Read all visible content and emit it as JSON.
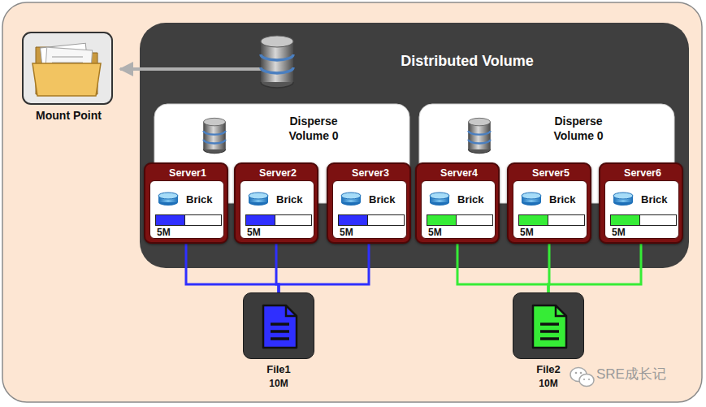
{
  "diagram": {
    "nodes": [
      {
        "text": [
          "Mount Point"
        ]
      },
      {
        "text": [
          "Distributed Volume"
        ]
      },
      {
        "text": [
          "Disperse Volume 0"
        ],
        "in": 1
      },
      {
        "text": [
          "Server1",
          "Brick",
          "5M"
        ],
        "in": 2
      },
      {
        "text": [
          "Server2",
          "Brick",
          "5M"
        ],
        "in": 2
      },
      {
        "text": [
          "Server3",
          "Brick",
          "5M"
        ],
        "in": 2
      },
      {
        "text": [
          "Disperse Volume 0"
        ],
        "in": 1
      },
      {
        "text": [
          "Server4",
          "Brick",
          "5M"
        ],
        "in": 6
      },
      {
        "text": [
          "Server5",
          "Brick",
          "5M"
        ],
        "in": 6
      },
      {
        "text": [
          "Server6",
          "Brick",
          "5M"
        ],
        "in": 6
      },
      {
        "text": [
          "File1",
          "10M"
        ]
      },
      {
        "text": [
          "File2",
          "10M"
        ]
      }
    ],
    "edges": [
      {
        "from": 1,
        "to": 0,
        "arrow": "to"
      },
      {
        "from": 3,
        "to": 10,
        "arrow": "none"
      },
      {
        "from": 4,
        "to": 10,
        "arrow": "none"
      },
      {
        "from": 5,
        "to": 10,
        "arrow": "none"
      },
      {
        "from": 7,
        "to": 11,
        "arrow": "none"
      },
      {
        "from": 8,
        "to": 11,
        "arrow": "none"
      },
      {
        "from": 9,
        "to": 11,
        "arrow": "none"
      }
    ],
    "labels": [
      "SRE成长记"
    ]
  }
}
